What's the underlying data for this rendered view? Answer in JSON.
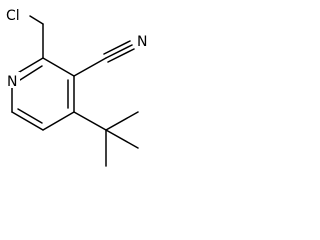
{
  "molecule": {
    "atoms": {
      "chlorine": "Cl",
      "ring_nitrogen": "N",
      "nitrile_nitrogen": "N"
    },
    "colors": {
      "bond": "#000000",
      "label": "#000000",
      "background": "#ffffff"
    }
  }
}
